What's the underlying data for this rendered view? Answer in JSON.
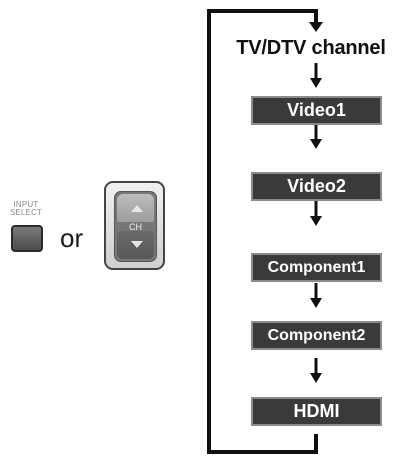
{
  "remote": {
    "input_select_line1": "INPUT",
    "input_select_line2": "SELECT",
    "or_text": "or",
    "ch_label": "CH"
  },
  "flow": {
    "heading": "TV/DTV channel",
    "sources": [
      "Video1",
      "Video2",
      "Component1",
      "Component2",
      "HDMI"
    ]
  }
}
